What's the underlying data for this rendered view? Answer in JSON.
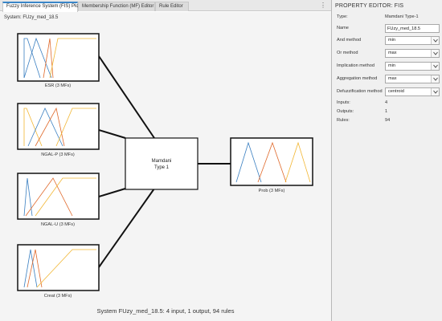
{
  "tabs": [
    {
      "label": "Fuzzy Inference System (FIS) Plot",
      "active": true
    },
    {
      "label": "Membership Function (MF) Editor",
      "active": false
    },
    {
      "label": "Rule Editor",
      "active": false
    }
  ],
  "more_menu": "⋮",
  "plot": {
    "system_label": "System: FUzy_med_18.5",
    "summary": "System FUzy_med_18.5: 4 input, 1 output, 94 rules",
    "engine": {
      "line1": "Mamdani",
      "line2": "Type 1"
    },
    "inputs": [
      {
        "label": "ESR (3 MFs)"
      },
      {
        "label": "NGAL-P (3 MFs)"
      },
      {
        "label": "NGAL-U (3 MFs)"
      },
      {
        "label": "Creat (3 MFs)"
      }
    ],
    "output": {
      "label": "Prob (3 MFs)"
    },
    "mf_colors": [
      "#3a7fc1",
      "#e06a2c",
      "#f2b632"
    ]
  },
  "property_editor": {
    "title": "PROPERTY EDITOR: FIS",
    "type_label": "Type:",
    "type_value": "Mamdani Type-1",
    "name_label": "Name",
    "name_value": "FUzy_med_18.5",
    "and_label": "And method",
    "and_value": "min",
    "or_label": "Or method",
    "or_value": "max",
    "imp_label": "Implication method",
    "imp_value": "min",
    "agg_label": "Aggregation method",
    "agg_value": "max",
    "defuzz_label": "Defuzzification method",
    "defuzz_value": "centroid",
    "inputs_label": "Inputs:",
    "inputs_value": "4",
    "outputs_label": "Outputs:",
    "outputs_value": "1",
    "rules_label": "Rules:",
    "rules_value": "94"
  }
}
